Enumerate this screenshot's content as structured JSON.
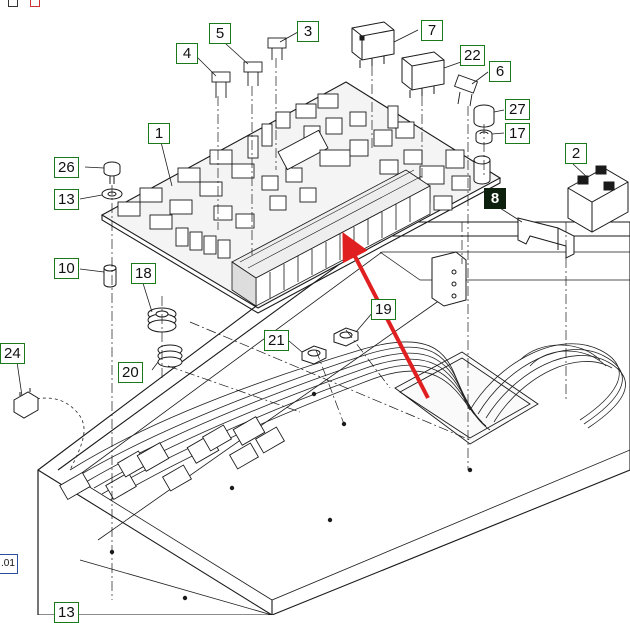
{
  "callouts": [
    {
      "id": "c1",
      "label": "1"
    },
    {
      "id": "c2",
      "label": "2"
    },
    {
      "id": "c3",
      "label": "3"
    },
    {
      "id": "c4",
      "label": "4"
    },
    {
      "id": "c5",
      "label": "5"
    },
    {
      "id": "c6",
      "label": "6"
    },
    {
      "id": "c7",
      "label": "7"
    },
    {
      "id": "c8",
      "label": "8",
      "selected": true
    },
    {
      "id": "c10",
      "label": "10"
    },
    {
      "id": "c13a",
      "label": "13"
    },
    {
      "id": "c13b",
      "label": "13"
    },
    {
      "id": "c17",
      "label": "17"
    },
    {
      "id": "c18",
      "label": "18"
    },
    {
      "id": "c19",
      "label": "19"
    },
    {
      "id": "c20",
      "label": "20"
    },
    {
      "id": "c21",
      "label": "21"
    },
    {
      "id": "c22",
      "label": "22"
    },
    {
      "id": "c24",
      "label": "24"
    },
    {
      "id": "c26",
      "label": "26"
    },
    {
      "id": "c27",
      "label": "27"
    }
  ],
  "edge_label": ".01",
  "colors": {
    "line": "#1a1a1a",
    "callout_border": "#1a7a1a",
    "selected_fill": "#0d1f0d",
    "arrow": "#e02020",
    "board": "#f4f4f4"
  }
}
